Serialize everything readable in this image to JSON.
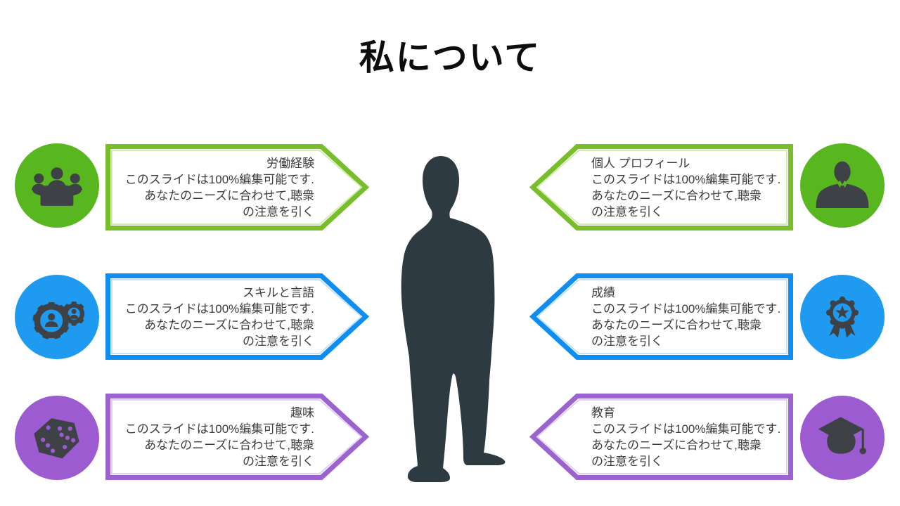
{
  "slide_title": "私について",
  "colors": {
    "green_circle": "#58B71F",
    "green_border": "#78BE2A",
    "blue_circle": "#1E9BF0",
    "blue_border": "#0E8DF2",
    "purple_circle": "#9D5BD2",
    "purple_border": "#9B63CE",
    "icon_glyph": "#3E4145",
    "figure_silhouette": "#2E3A41",
    "body_text": "#3C3C3C",
    "title_text": "#0D0D0D"
  },
  "items": [
    {
      "id": "work-experience",
      "side": "left",
      "color": "green",
      "icon": "meeting-icon",
      "title": "労働経験",
      "body": "このスライドは100%編集可能です.\nあなたのニーズに合わせて,聴衆\nの注意を引く"
    },
    {
      "id": "personal-profile",
      "side": "right",
      "color": "green",
      "icon": "businessman-icon",
      "title": "個人 プロフィール",
      "body": "このスライドは100%編集可能です.\nあなたのニーズに合わせて,聴衆\nの注意を引く"
    },
    {
      "id": "skills-languages",
      "side": "left",
      "color": "blue",
      "icon": "gears-icon",
      "title": "スキルと言語",
      "body": "このスライドは100%編集可能です.\nあなたのニーズに合わせて,聴衆\nの注意を引く"
    },
    {
      "id": "grades",
      "side": "right",
      "color": "blue",
      "icon": "award-icon",
      "title": "成績",
      "body": "このスライドは100%編集可能です.\nあなたのニーズに合わせて,聴衆\nの注意を引く"
    },
    {
      "id": "hobbies",
      "side": "left",
      "color": "purple",
      "icon": "dice-icon",
      "title": "趣味",
      "body": "このスライドは100%編集可能です.\nあなたのニーズに合わせて,聴衆\nの注意を引く"
    },
    {
      "id": "education",
      "side": "right",
      "color": "purple",
      "icon": "graduation-cap-icon",
      "title": "教育",
      "body": "このスライドは100%編集可能です.\nあなたのニーズに合わせて,聴衆\nの注意を引く"
    }
  ]
}
